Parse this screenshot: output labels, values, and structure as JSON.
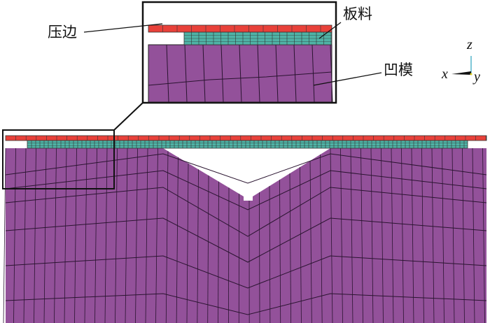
{
  "labels": {
    "blank_holder": "压边",
    "sheet": "板料",
    "die": "凹模"
  },
  "axes": {
    "x": "x",
    "y": "y",
    "z": "z"
  },
  "colors": {
    "blank_holder": "#e8413a",
    "sheet": "#4fb3a6",
    "die": "#93519a",
    "mesh": "#2a1430"
  }
}
